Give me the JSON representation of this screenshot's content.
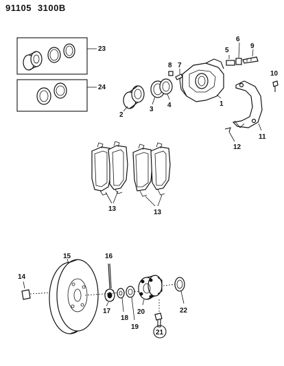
{
  "header": {
    "code_left": "91105",
    "code_right": "3100B"
  },
  "callouts": {
    "c1": "1",
    "c2": "2",
    "c3": "3",
    "c4": "4",
    "c5": "5",
    "c6": "6",
    "c7": "7",
    "c8": "8",
    "c9": "9",
    "c10": "10",
    "c11": "11",
    "c12": "12",
    "c13a": "13",
    "c13b": "13",
    "c14": "14",
    "c15": "15",
    "c16": "16",
    "c17": "17",
    "c18": "18",
    "c19": "19",
    "c20": "20",
    "c21": "21",
    "c22": "22",
    "c23": "23",
    "c24": "24"
  }
}
